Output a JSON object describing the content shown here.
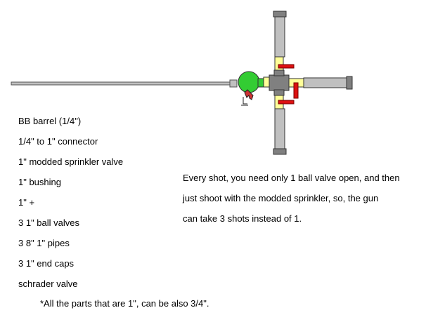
{
  "parts_list": [
    "BB barrel (1/4\")",
    "1/4\" to 1\" connector",
    "1\" modded sprinkler valve",
    "1\" bushing",
    "1\" +",
    "3 1\" ball valves",
    "3 8\" 1\" pipes",
    "3 1\" end caps",
    "schrader valve"
  ],
  "description_lines": [
    "Every shot, you need only 1 ball valve open, and then",
    "just shoot with the modded sprinkler, so, the gun",
    "can take 3 shots instead of 1."
  ],
  "footnote": "*All the parts that are 1\", can be also 3/4\".",
  "colors": {
    "barrel": "#c0c0c0",
    "pipe": "#c0c0c0",
    "end_cap": "#808080",
    "cross_fitting": "#808080",
    "sprinkler_valve": "#33cc33",
    "bushing": "#ffff99",
    "ball_valve_handle": "#dd1111",
    "schrader_valve": "#cc3333"
  }
}
